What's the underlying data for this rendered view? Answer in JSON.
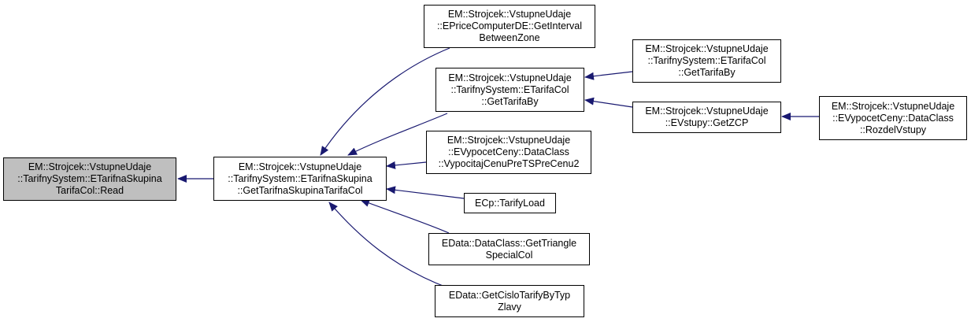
{
  "colors": {
    "edge": "#191970",
    "root_fill": "#bfbfbf",
    "node_fill": "#ffffff",
    "node_border": "#000000"
  },
  "nodes": {
    "read": {
      "lines": [
        "EM::Strojcek::VstupneUdaje",
        "::TarifnySystem::ETarifnaSkupina",
        "TarifaCol::Read"
      ]
    },
    "getTarifnaSkupina": {
      "lines": [
        "EM::Strojcek::VstupneUdaje",
        "::TarifnySystem::ETarifnaSkupina",
        "::GetTarifnaSkupinaTarifaCol"
      ]
    },
    "getIntervalBetweenZone": {
      "lines": [
        "EM::Strojcek::VstupneUdaje",
        "::EPriceComputerDE::GetInterval",
        "BetweenZone"
      ]
    },
    "getTarifaBy1": {
      "lines": [
        "EM::Strojcek::VstupneUdaje",
        "::TarifnySystem::ETarifaCol",
        "::GetTarifaBy"
      ]
    },
    "vypocitajCenu": {
      "lines": [
        "EM::Strojcek::VstupneUdaje",
        "::EVypocetCeny::DataClass",
        "::VypocitajCenuPreTSPreCenu2"
      ]
    },
    "tarifyLoad": {
      "lines": [
        "ECp::TarifyLoad"
      ]
    },
    "getTriangle": {
      "lines": [
        "EData::DataClass::GetTriangle",
        "SpecialCol"
      ]
    },
    "getCisloTarify": {
      "lines": [
        "EData::GetCisloTarifyByTyp",
        "Zlavy"
      ]
    },
    "getTarifaBy2": {
      "lines": [
        "EM::Strojcek::VstupneUdaje",
        "::TarifnySystem::ETarifaCol",
        "::GetTarifaBy"
      ]
    },
    "getZCP": {
      "lines": [
        "EM::Strojcek::VstupneUdaje",
        "::EVstupy::GetZCP"
      ]
    },
    "rozdelVstupy": {
      "lines": [
        "EM::Strojcek::VstupneUdaje",
        "::EVypocetCeny::DataClass",
        "::RozdelVstupy"
      ]
    }
  },
  "edges": [
    {
      "from": "getTarifnaSkupina",
      "to": "read"
    },
    {
      "from": "getIntervalBetweenZone",
      "to": "getTarifnaSkupina"
    },
    {
      "from": "getTarifaBy1",
      "to": "getTarifnaSkupina"
    },
    {
      "from": "vypocitajCenu",
      "to": "getTarifnaSkupina"
    },
    {
      "from": "tarifyLoad",
      "to": "getTarifnaSkupina"
    },
    {
      "from": "getTriangle",
      "to": "getTarifnaSkupina"
    },
    {
      "from": "getCisloTarify",
      "to": "getTarifnaSkupina"
    },
    {
      "from": "getTarifaBy2",
      "to": "getTarifaBy1"
    },
    {
      "from": "getZCP",
      "to": "getTarifaBy1"
    },
    {
      "from": "rozdelVstupy",
      "to": "getZCP"
    }
  ]
}
